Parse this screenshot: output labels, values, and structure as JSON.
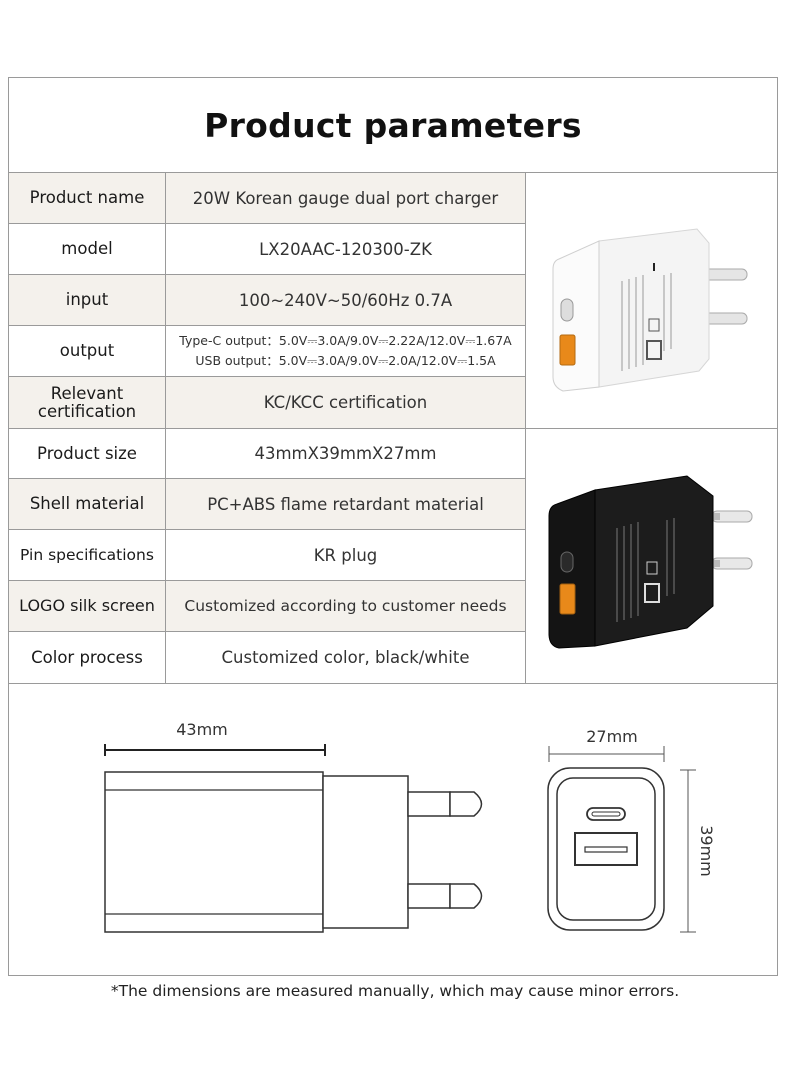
{
  "title": "Product parameters",
  "params": [
    {
      "label": "Product name",
      "value": "20W Korean gauge dual port charger"
    },
    {
      "label": "model",
      "value": "LX20AAC-120300-ZK"
    },
    {
      "label": "input",
      "value": "100~240V~50/60Hz 0.7A"
    },
    {
      "label": "output",
      "value_line1": "Type-C output：5.0V⎓3.0A/9.0V⎓2.22A/12.0V⎓1.67A",
      "value_line2": "USB output：5.0V⎓3.0A/9.0V⎓2.0A/12.0V⎓1.5A"
    },
    {
      "label_line1": "Relevant",
      "label_line2": "certification",
      "value": "KC/KCC certification"
    },
    {
      "label": "Product size",
      "value": "43mmX39mmX27mm"
    },
    {
      "label": "Shell material",
      "value": "PC+ABS flame retardant material"
    },
    {
      "label": "Pin specifications",
      "value": "KR plug"
    },
    {
      "label": "LOGO silk screen",
      "value": "Customized according to customer needs"
    },
    {
      "label": "Color process",
      "value": "Customized color, black/white"
    }
  ],
  "dimensions": {
    "length": "43mm",
    "width": "27mm",
    "height": "39mm"
  },
  "footnote": "*The dimensions are measured manually, which may cause minor errors.",
  "colors": {
    "shade": "#f4f1ec",
    "border": "#9a9a9a",
    "charger_white": "#f7f7f7",
    "charger_black": "#141414",
    "port_orange": "#e8891a"
  }
}
